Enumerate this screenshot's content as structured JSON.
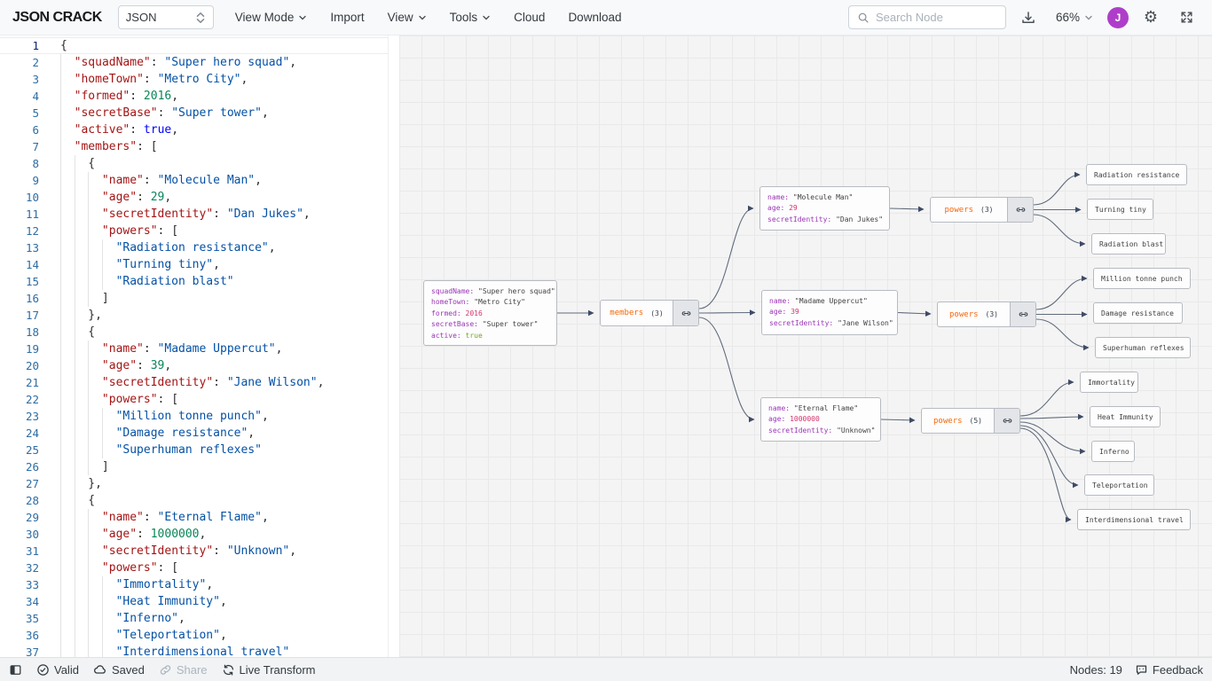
{
  "header": {
    "logo": "JSON CRACK",
    "format_value": "JSON",
    "menu": [
      {
        "label": "View Mode"
      },
      {
        "label": "Import"
      },
      {
        "label": "View"
      },
      {
        "label": "Tools"
      },
      {
        "label": "Cloud"
      },
      {
        "label": "Download"
      }
    ],
    "search_placeholder": "Search Node",
    "zoom_level": "66%",
    "avatar_initial": "J",
    "accent_avatar_color": "#ae3ec9"
  },
  "editor": {
    "lines": [
      {
        "i": 0,
        "t": [
          [
            "p",
            "{"
          ]
        ]
      },
      {
        "i": 1,
        "t": [
          [
            "k",
            "\"squadName\""
          ],
          [
            "p",
            ": "
          ],
          [
            "s",
            "\"Super hero squad\""
          ],
          [
            "p",
            ","
          ]
        ]
      },
      {
        "i": 1,
        "t": [
          [
            "k",
            "\"homeTown\""
          ],
          [
            "p",
            ": "
          ],
          [
            "s",
            "\"Metro City\""
          ],
          [
            "p",
            ","
          ]
        ]
      },
      {
        "i": 1,
        "t": [
          [
            "k",
            "\"formed\""
          ],
          [
            "p",
            ": "
          ],
          [
            "n",
            "2016"
          ],
          [
            "p",
            ","
          ]
        ]
      },
      {
        "i": 1,
        "t": [
          [
            "k",
            "\"secretBase\""
          ],
          [
            "p",
            ": "
          ],
          [
            "s",
            "\"Super tower\""
          ],
          [
            "p",
            ","
          ]
        ]
      },
      {
        "i": 1,
        "t": [
          [
            "k",
            "\"active\""
          ],
          [
            "p",
            ": "
          ],
          [
            "b",
            "true"
          ],
          [
            "p",
            ","
          ]
        ]
      },
      {
        "i": 1,
        "t": [
          [
            "k",
            "\"members\""
          ],
          [
            "p",
            ": ["
          ]
        ]
      },
      {
        "i": 2,
        "t": [
          [
            "p",
            "{"
          ]
        ]
      },
      {
        "i": 3,
        "t": [
          [
            "k",
            "\"name\""
          ],
          [
            "p",
            ": "
          ],
          [
            "s",
            "\"Molecule Man\""
          ],
          [
            "p",
            ","
          ]
        ]
      },
      {
        "i": 3,
        "t": [
          [
            "k",
            "\"age\""
          ],
          [
            "p",
            ": "
          ],
          [
            "n",
            "29"
          ],
          [
            "p",
            ","
          ]
        ]
      },
      {
        "i": 3,
        "t": [
          [
            "k",
            "\"secretIdentity\""
          ],
          [
            "p",
            ": "
          ],
          [
            "s",
            "\"Dan Jukes\""
          ],
          [
            "p",
            ","
          ]
        ]
      },
      {
        "i": 3,
        "t": [
          [
            "k",
            "\"powers\""
          ],
          [
            "p",
            ": ["
          ]
        ]
      },
      {
        "i": 4,
        "t": [
          [
            "s",
            "\"Radiation resistance\""
          ],
          [
            "p",
            ","
          ]
        ]
      },
      {
        "i": 4,
        "t": [
          [
            "s",
            "\"Turning tiny\""
          ],
          [
            "p",
            ","
          ]
        ]
      },
      {
        "i": 4,
        "t": [
          [
            "s",
            "\"Radiation blast\""
          ]
        ]
      },
      {
        "i": 3,
        "t": [
          [
            "p",
            "]"
          ]
        ]
      },
      {
        "i": 2,
        "t": [
          [
            "p",
            "},"
          ]
        ]
      },
      {
        "i": 2,
        "t": [
          [
            "p",
            "{"
          ]
        ]
      },
      {
        "i": 3,
        "t": [
          [
            "k",
            "\"name\""
          ],
          [
            "p",
            ": "
          ],
          [
            "s",
            "\"Madame Uppercut\""
          ],
          [
            "p",
            ","
          ]
        ]
      },
      {
        "i": 3,
        "t": [
          [
            "k",
            "\"age\""
          ],
          [
            "p",
            ": "
          ],
          [
            "n",
            "39"
          ],
          [
            "p",
            ","
          ]
        ]
      },
      {
        "i": 3,
        "t": [
          [
            "k",
            "\"secretIdentity\""
          ],
          [
            "p",
            ": "
          ],
          [
            "s",
            "\"Jane Wilson\""
          ],
          [
            "p",
            ","
          ]
        ]
      },
      {
        "i": 3,
        "t": [
          [
            "k",
            "\"powers\""
          ],
          [
            "p",
            ": ["
          ]
        ]
      },
      {
        "i": 4,
        "t": [
          [
            "s",
            "\"Million tonne punch\""
          ],
          [
            "p",
            ","
          ]
        ]
      },
      {
        "i": 4,
        "t": [
          [
            "s",
            "\"Damage resistance\""
          ],
          [
            "p",
            ","
          ]
        ]
      },
      {
        "i": 4,
        "t": [
          [
            "s",
            "\"Superhuman reflexes\""
          ]
        ]
      },
      {
        "i": 3,
        "t": [
          [
            "p",
            "]"
          ]
        ]
      },
      {
        "i": 2,
        "t": [
          [
            "p",
            "},"
          ]
        ]
      },
      {
        "i": 2,
        "t": [
          [
            "p",
            "{"
          ]
        ]
      },
      {
        "i": 3,
        "t": [
          [
            "k",
            "\"name\""
          ],
          [
            "p",
            ": "
          ],
          [
            "s",
            "\"Eternal Flame\""
          ],
          [
            "p",
            ","
          ]
        ]
      },
      {
        "i": 3,
        "t": [
          [
            "k",
            "\"age\""
          ],
          [
            "p",
            ": "
          ],
          [
            "n",
            "1000000"
          ],
          [
            "p",
            ","
          ]
        ]
      },
      {
        "i": 3,
        "t": [
          [
            "k",
            "\"secretIdentity\""
          ],
          [
            "p",
            ": "
          ],
          [
            "s",
            "\"Unknown\""
          ],
          [
            "p",
            ","
          ]
        ]
      },
      {
        "i": 3,
        "t": [
          [
            "k",
            "\"powers\""
          ],
          [
            "p",
            ": ["
          ]
        ]
      },
      {
        "i": 4,
        "t": [
          [
            "s",
            "\"Immortality\""
          ],
          [
            "p",
            ","
          ]
        ]
      },
      {
        "i": 4,
        "t": [
          [
            "s",
            "\"Heat Immunity\""
          ],
          [
            "p",
            ","
          ]
        ]
      },
      {
        "i": 4,
        "t": [
          [
            "s",
            "\"Inferno\""
          ],
          [
            "p",
            ","
          ]
        ]
      },
      {
        "i": 4,
        "t": [
          [
            "s",
            "\"Teleportation\""
          ],
          [
            "p",
            ","
          ]
        ]
      },
      {
        "i": 4,
        "t": [
          [
            "s",
            "\"Interdimensional travel\""
          ]
        ]
      }
    ]
  },
  "graph": {
    "root": {
      "rows": [
        {
          "k": "squadName:",
          "v": "\"Super hero squad\""
        },
        {
          "k": "homeTown:",
          "v": "\"Metro City\""
        },
        {
          "k": "formed:",
          "v": "2016"
        },
        {
          "k": "secretBase:",
          "v": "\"Super tower\""
        },
        {
          "k": "active:",
          "v": "true"
        }
      ]
    },
    "members": {
      "label": "members",
      "count": "(3)"
    },
    "member_nodes": [
      {
        "rows": [
          {
            "k": "name:",
            "v": "\"Molecule Man\""
          },
          {
            "k": "age:",
            "v": "29"
          },
          {
            "k": "secretIdentity:",
            "v": "\"Dan Jukes\""
          }
        ]
      },
      {
        "rows": [
          {
            "k": "name:",
            "v": "\"Madame Uppercut\""
          },
          {
            "k": "age:",
            "v": "39"
          },
          {
            "k": "secretIdentity:",
            "v": "\"Jane Wilson\""
          }
        ]
      },
      {
        "rows": [
          {
            "k": "name:",
            "v": "\"Eternal Flame\""
          },
          {
            "k": "age:",
            "v": "1000000"
          },
          {
            "k": "secretIdentity:",
            "v": "\"Unknown\""
          }
        ]
      }
    ],
    "powers": [
      {
        "label": "powers",
        "count": "(3)"
      },
      {
        "label": "powers",
        "count": "(3)"
      },
      {
        "label": "powers",
        "count": "(5)"
      }
    ],
    "leaves": [
      "Radiation resistance",
      "Turning tiny",
      "Radiation blast",
      "Million tonne punch",
      "Damage resistance",
      "Superhuman reflexes",
      "Immortality",
      "Heat Immunity",
      "Inferno",
      "Teleportation",
      "Interdimensional travel"
    ]
  },
  "status_bar": {
    "valid": "Valid",
    "saved": "Saved",
    "share": "Share",
    "live_transform": "Live Transform",
    "nodes_count": "Nodes: 19",
    "feedback": "Feedback"
  }
}
